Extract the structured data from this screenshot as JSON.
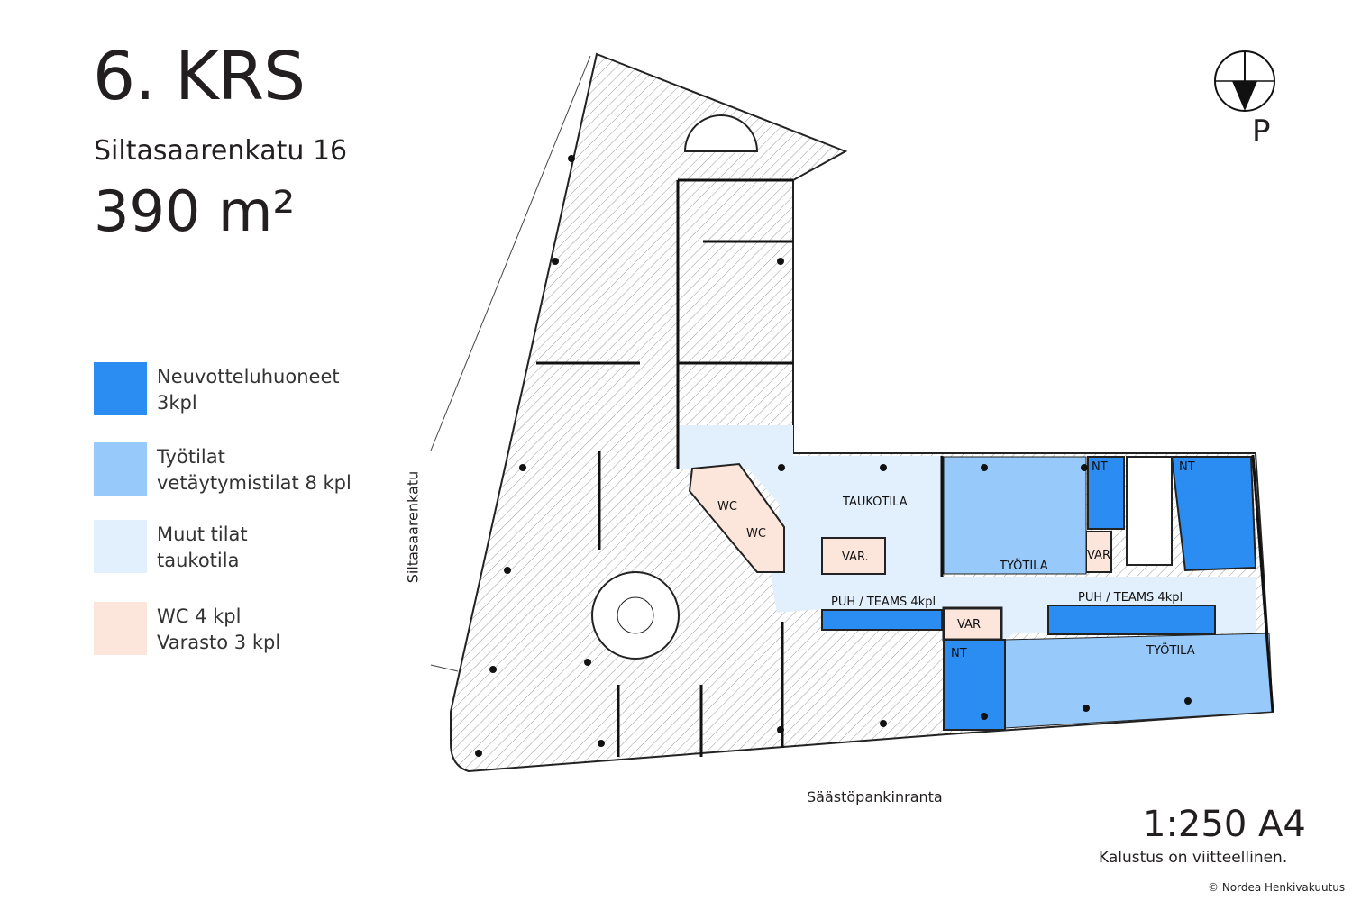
{
  "header": {
    "floor_title": "6. KRS",
    "address": "Siltasaarenkatu 16",
    "area": "390 m²"
  },
  "legend": [
    {
      "line1": "Neuvotteluhuoneet",
      "line2": "3kpl",
      "color": "#2b8cf2"
    },
    {
      "line1": "Työtilat",
      "line2": "vetäytymistilat 8 kpl",
      "color": "#97c9fa"
    },
    {
      "line1": "Muut tilat",
      "line2": "taukotila",
      "color": "#e2f0fd"
    },
    {
      "line1": "WC 4 kpl",
      "line2": "Varasto 3 kpl",
      "color": "#fce6dc"
    }
  ],
  "streets": {
    "left": "Siltasaarenkatu",
    "bottom": "Säästöpankinranta"
  },
  "compass": {
    "label": "P"
  },
  "rooms": {
    "taukotila": "TAUKOTILA",
    "wc1": "WC",
    "wc2": "WC",
    "var1": "VAR.",
    "var2": "VAR",
    "var3": "VAR",
    "tyotila1": "TYÖTILA",
    "tyotila2": "TYÖTILA",
    "nt1": "NT",
    "nt2": "NT",
    "nt3": "NT",
    "puh1": "PUH / TEAMS 4kpl",
    "puh2": "PUH / TEAMS 4kpl"
  },
  "footer": {
    "scale": "1:250 A4",
    "note": "Kalustus on viitteellinen.",
    "copyright": "© Nordea Henkivakuutus"
  }
}
